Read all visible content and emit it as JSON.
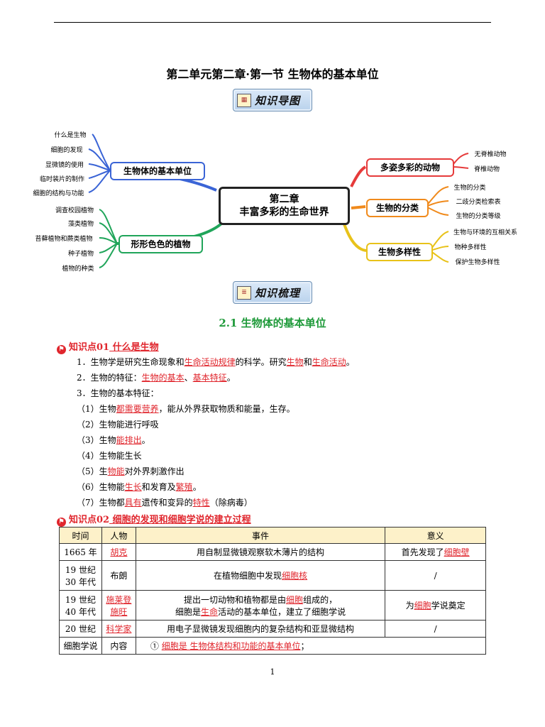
{
  "header": {
    "title": "第二单元第二章·第一节 生物体的基本单位"
  },
  "badges": {
    "mindmap_label": "知识导图",
    "summary_label": "知识梳理",
    "mindmap_icon": "map-icon",
    "summary_icon": "document-icon"
  },
  "mindmap": {
    "center": {
      "line1": "第二章",
      "line2": "丰富多彩的生命世界"
    },
    "left_branches": [
      {
        "label": "生物体的基本单位",
        "color": "#3a64d6",
        "items": [
          "什么是生物",
          "细胞的发现",
          "显微镜的使用",
          "临时装片的制作",
          "细胞的结构与功能"
        ]
      },
      {
        "label": "形形色色的植物",
        "color": "#20a55a",
        "items": [
          "调查校园植物",
          "藻类植物",
          "苔藓植物和蕨类植物",
          "种子植物",
          "植物的种类"
        ]
      }
    ],
    "right_branches": [
      {
        "label": "多姿多彩的动物",
        "color": "#e63b3b",
        "items": [
          "无脊椎动物",
          "脊椎动物"
        ]
      },
      {
        "label": "生物的分类",
        "color": "#f08a1c",
        "items": [
          "生物的分类",
          "二歧分类检索表",
          "生物的分类等级"
        ]
      },
      {
        "label": "生物多样性",
        "color": "#e8c21a",
        "items": [
          "生物与环境的互相关系",
          "物种多样性",
          "保护生物多样性"
        ]
      }
    ]
  },
  "section": {
    "title": "2.1 生物体的基本单位"
  },
  "kp1": {
    "prefix": "知识点",
    "title_num": "01",
    "title_text": " 什么是生物",
    "lines": [
      [
        {
          "t": "1．生物学是研究生命现象和"
        },
        {
          "t": "生命活动规律",
          "r": true
        },
        {
          "t": "的科学。研究"
        },
        {
          "t": "生物",
          "r": true
        },
        {
          "t": "和"
        },
        {
          "t": "生命活动",
          "r": true
        },
        {
          "t": "。"
        }
      ],
      [
        {
          "t": "2．生物的特征："
        },
        {
          "t": "生物的基本",
          "r": true
        },
        {
          "t": "、"
        },
        {
          "t": "基本特征",
          "r": true
        },
        {
          "t": "。"
        }
      ],
      [
        {
          "t": "3．生物的基本特征："
        }
      ],
      [
        {
          "t": "（1）生物"
        },
        {
          "t": "都需要营养",
          "r": true
        },
        {
          "t": "，能从外界获取物质和能量，生存。"
        }
      ],
      [
        {
          "t": "（2）生物能进行呼吸"
        }
      ],
      [
        {
          "t": "（3）生物"
        },
        {
          "t": "能排出",
          "r": true
        },
        {
          "t": "。"
        }
      ],
      [
        {
          "t": "（4）生物能生长"
        }
      ],
      [
        {
          "t": "（5）生"
        },
        {
          "t": "物能",
          "r": true
        },
        {
          "t": "对外界刺激作出"
        }
      ],
      [
        {
          "t": "（6）生物能"
        },
        {
          "t": "生长",
          "r": true
        },
        {
          "t": "和发育及"
        },
        {
          "t": "繁殖",
          "r": true
        },
        {
          "t": "。"
        }
      ],
      [
        {
          "t": "（7）生物都"
        },
        {
          "t": "具有",
          "r": true
        },
        {
          "t": "遗传和变异的"
        },
        {
          "t": "特性",
          "r": true
        },
        {
          "t": "（除病毒）"
        }
      ]
    ]
  },
  "kp2": {
    "prefix": "知识点",
    "title_num": "02",
    "title_text": " 细胞的发现和细胞学说的建立过程"
  },
  "table": {
    "headers": [
      "时间",
      "人物",
      "事件",
      "意义"
    ],
    "rows": [
      {
        "c0": [
          "1665 年"
        ],
        "c1": [
          [
            {
              "t": "胡克",
              "r": true
            }
          ]
        ],
        "c2": [
          [
            {
              "t": "用自制显微镜观察软木薄片的结构"
            }
          ]
        ],
        "c3": [
          [
            {
              "t": "首先发现了"
            },
            {
              "t": "细胞壁",
              "r": true
            }
          ]
        ]
      },
      {
        "c0": [
          "19 世纪",
          "30 年代"
        ],
        "c1": [
          [
            {
              "t": "布朗"
            }
          ]
        ],
        "c2": [
          [
            {
              "t": "在植物细胞中发现"
            },
            {
              "t": "细胞核",
              "r": true
            }
          ]
        ],
        "c3": [
          [
            {
              "t": "/"
            }
          ]
        ]
      },
      {
        "c0": [
          "19 世纪",
          "40 年代"
        ],
        "c1": [
          [
            {
              "t": "施莱登",
              "r": true
            }
          ],
          [
            {
              "t": "施旺",
              "r": true
            }
          ]
        ],
        "c2": [
          [
            {
              "t": "提出一切动物和植物都是由"
            },
            {
              "t": "细胞",
              "r": true
            },
            {
              "t": "组成的，"
            }
          ],
          [
            {
              "t": "细胞是"
            },
            {
              "t": "生命",
              "r": true
            },
            {
              "t": "活动的基本单位，建立了细胞学说"
            }
          ]
        ],
        "c3": [
          [
            {
              "t": "为"
            },
            {
              "t": "细胞",
              "r": true
            },
            {
              "t": "学说奠定"
            }
          ]
        ]
      },
      {
        "c0": [
          "20 世纪"
        ],
        "c1": [
          [
            {
              "t": "科学家",
              "r": true
            }
          ]
        ],
        "c2": [
          [
            {
              "t": "用电子显微镜发现细胞内的复杂结构和亚显微结构"
            }
          ]
        ],
        "c3": [
          [
            {
              "t": "/"
            }
          ]
        ]
      },
      {
        "c0": [
          "细胞学说"
        ],
        "c1": [
          [
            {
              "t": "内容"
            }
          ]
        ],
        "c2": [
          [
            {
              "t": "① "
            },
            {
              "t": "细胞是 生物体结构和功能的基本单位",
              "r": true
            },
            {
              "t": "；"
            }
          ]
        ],
        "c3": null
      }
    ]
  },
  "footer": {
    "page": "1"
  }
}
